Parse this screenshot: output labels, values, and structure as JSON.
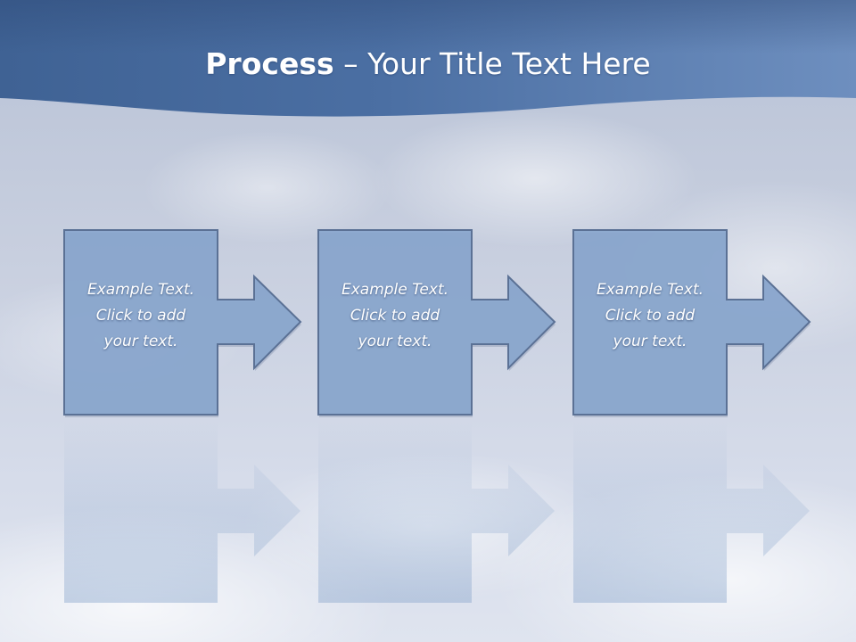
{
  "slide": {
    "title_bold": "Process",
    "title_rest": " – Your Title Text Here",
    "colors": {
      "header_dark": "#3f6294",
      "header_light": "#6e8fbf",
      "box_fill": "#89a6cd",
      "box_stroke": "#5b7195",
      "text": "#ffffff"
    }
  },
  "steps": [
    {
      "lines": [
        "Example Text.",
        "Click  to add",
        "your text."
      ]
    },
    {
      "lines": [
        "Example Text.",
        "Click  to add",
        "your text."
      ]
    },
    {
      "lines": [
        "Example Text.",
        "Click  to add",
        "your text."
      ]
    }
  ]
}
